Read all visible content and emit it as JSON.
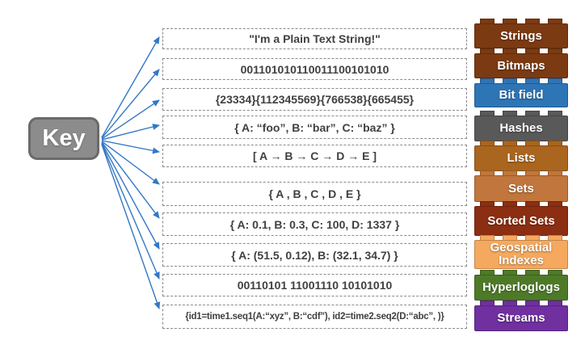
{
  "diagram": {
    "key": {
      "label": "Key",
      "fill": "#8C8C8C",
      "border": "#6A6A6A"
    },
    "arrow_color": "#3377C6",
    "example_text_color": "#404040",
    "rows": [
      {
        "example": "\"I'm a Plain Text String!\"",
        "label": "Strings",
        "color": "#7C3A12"
      },
      {
        "example": "001101010110011100101010",
        "label": "Bitmaps",
        "color": "#7C3A12"
      },
      {
        "example": "{23334}{112345569}{766538}{665455}",
        "label": "Bit field",
        "color": "#2E75B6"
      },
      {
        "example": "{ A: “foo”, B: “bar”, C: “baz”  }",
        "label": "Hashes",
        "color": "#595959"
      },
      {
        "example": "[ A → B → C → D → E ]",
        "label": "Lists",
        "color": "#AA651E"
      },
      {
        "example": "{ A , B , C , D , E }",
        "label": "Sets",
        "color": "#C0763C"
      },
      {
        "example": "{ A: 0.1, B: 0.3, C: 100, D: 1337 }",
        "label": "Sorted Sets",
        "color": "#8C2E12"
      },
      {
        "example": "{ A: (51.5, 0.12), B: (32.1, 34.7)  }",
        "label": "Geospatial Indexes",
        "color": "#F5A95F"
      },
      {
        "example": "00110101 11001110 10101010",
        "label": "Hyperloglogs",
        "color": "#4E7A28"
      },
      {
        "example": "{id1=time1.seq1(A:“xyz”, B:“cdf”), id2=time2.seq2(D:“abc”, )}",
        "label": "Streams",
        "color": "#7030A0"
      }
    ]
  }
}
